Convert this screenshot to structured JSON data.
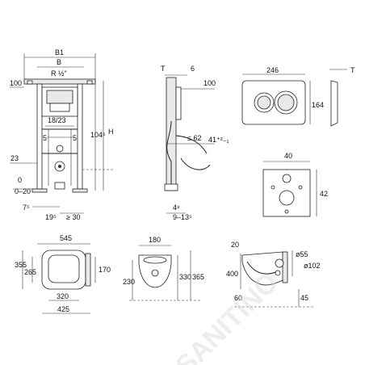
{
  "frame": {
    "B1": "B1",
    "B": "B",
    "R": "R ½\"",
    "d100a": "100",
    "d18_23": "18/23",
    "d5a": "5",
    "d5b": "5",
    "d23": "23",
    "d0": "0",
    "d0_20": "0–20",
    "d7_5": "7⁵",
    "d19_5": "19⁵",
    "d_ge30": "≥ 30",
    "d104_5": "104⁵",
    "H": "H"
  },
  "side": {
    "T": "T",
    "d6": "6",
    "d100": "100",
    "d_le62": "≤ 62",
    "d41": "41⁺²₋₁",
    "d4_8": "4⁸",
    "d9_13_5": "9–13⁵"
  },
  "plate": {
    "d246": "246",
    "d164": "164",
    "T": "T"
  },
  "plate2": {
    "d40": "40",
    "d42": "42"
  },
  "bowl_top": {
    "d545": "545",
    "d355": "355",
    "d265": "265",
    "d170": "170",
    "d320": "320",
    "d425": "425"
  },
  "bowl_front": {
    "d180": "180",
    "d230": "230",
    "d330": "330",
    "d365": "365"
  },
  "bowl_side": {
    "d20": "20",
    "d400": "400",
    "d60": "60",
    "d45": "45",
    "d55": "ø55",
    "d102": "ø102"
  },
  "watermark": "SANITINO"
}
